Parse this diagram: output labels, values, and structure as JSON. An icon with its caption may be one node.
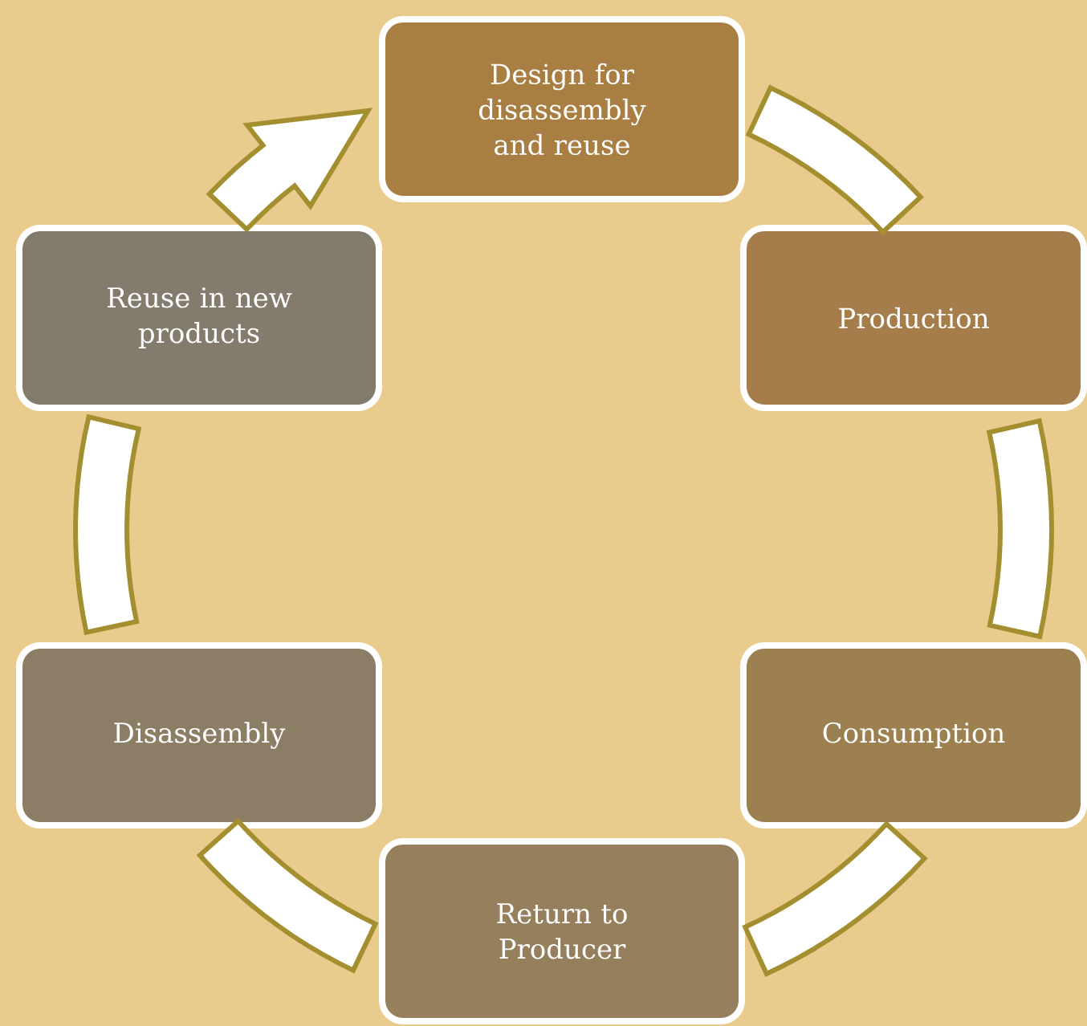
{
  "diagram": {
    "nodes": [
      {
        "text": [
          "Design for disassembly and reuse"
        ]
      },
      {
        "text": [
          "Production"
        ]
      },
      {
        "text": [
          "Consumption"
        ]
      },
      {
        "text": [
          "Return to Producer"
        ]
      },
      {
        "text": [
          "Disassembly"
        ]
      },
      {
        "text": [
          "Reuse in new products"
        ]
      }
    ],
    "edges": [
      {
        "from": 0,
        "to": 1,
        "arrow": "none"
      },
      {
        "from": 1,
        "to": 2,
        "arrow": "none"
      },
      {
        "from": 2,
        "to": 3,
        "arrow": "none"
      },
      {
        "from": 3,
        "to": 4,
        "arrow": "none"
      },
      {
        "from": 4,
        "to": 5,
        "arrow": "none"
      },
      {
        "from": 5,
        "to": 0,
        "arrow": "to"
      }
    ]
  }
}
